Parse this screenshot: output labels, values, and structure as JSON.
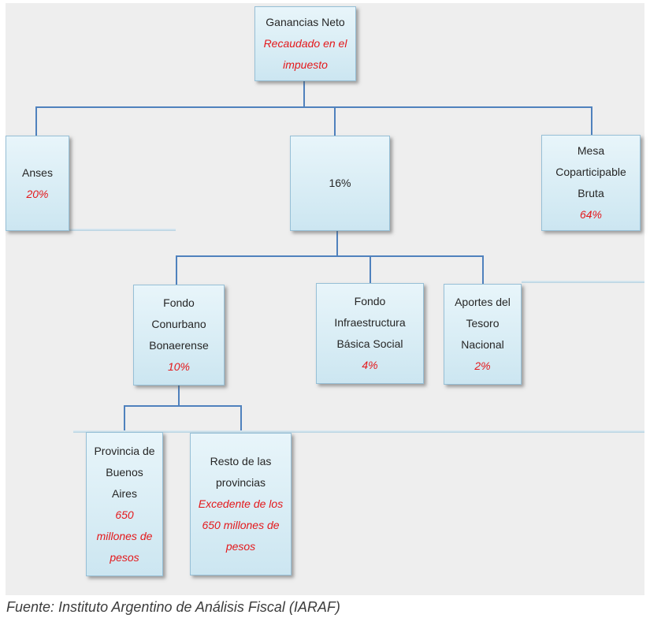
{
  "colors": {
    "chart_background": "#eeeeee",
    "page_background": "#ffffff",
    "box_fill_top": "#e8f5fa",
    "box_fill_bottom": "#cce6f1",
    "box_border": "#96bfd6",
    "connector": "#4f81bd",
    "gridline": "#b6d2e0",
    "text_black": "#262626",
    "text_red": "#e4181b",
    "caption_text": "#3c3c3c"
  },
  "nodes": {
    "root": {
      "lines": [
        "Ganancias Neto",
        "Recaudado en el",
        "impuesto"
      ]
    },
    "anses": {
      "lines": [
        "Anses",
        "20%"
      ]
    },
    "pct16": {
      "lines": [
        "16%"
      ]
    },
    "mesa": {
      "lines": [
        "Mesa",
        "Coparticipable",
        "Bruta",
        "64%"
      ]
    },
    "conurbano": {
      "lines": [
        "Fondo",
        "Conurbano",
        "Bonaerense",
        "10%"
      ]
    },
    "infraestructura": {
      "lines": [
        "Fondo",
        "Infraestructura",
        "Básica Social",
        "4%"
      ]
    },
    "aportes": {
      "lines": [
        "Aportes del",
        "Tesoro",
        "Nacional",
        "2%"
      ]
    },
    "provincia_ba": {
      "lines": [
        "Provincia de",
        "Buenos",
        "Aires",
        "650",
        "millones de",
        "pesos"
      ]
    },
    "resto": {
      "lines": [
        "Resto de las",
        "provincias",
        "Excedente de los",
        "650 millones de",
        "pesos"
      ]
    }
  },
  "caption": "Fuente: Instituto Argentino de Análisis Fiscal (IARAF)"
}
